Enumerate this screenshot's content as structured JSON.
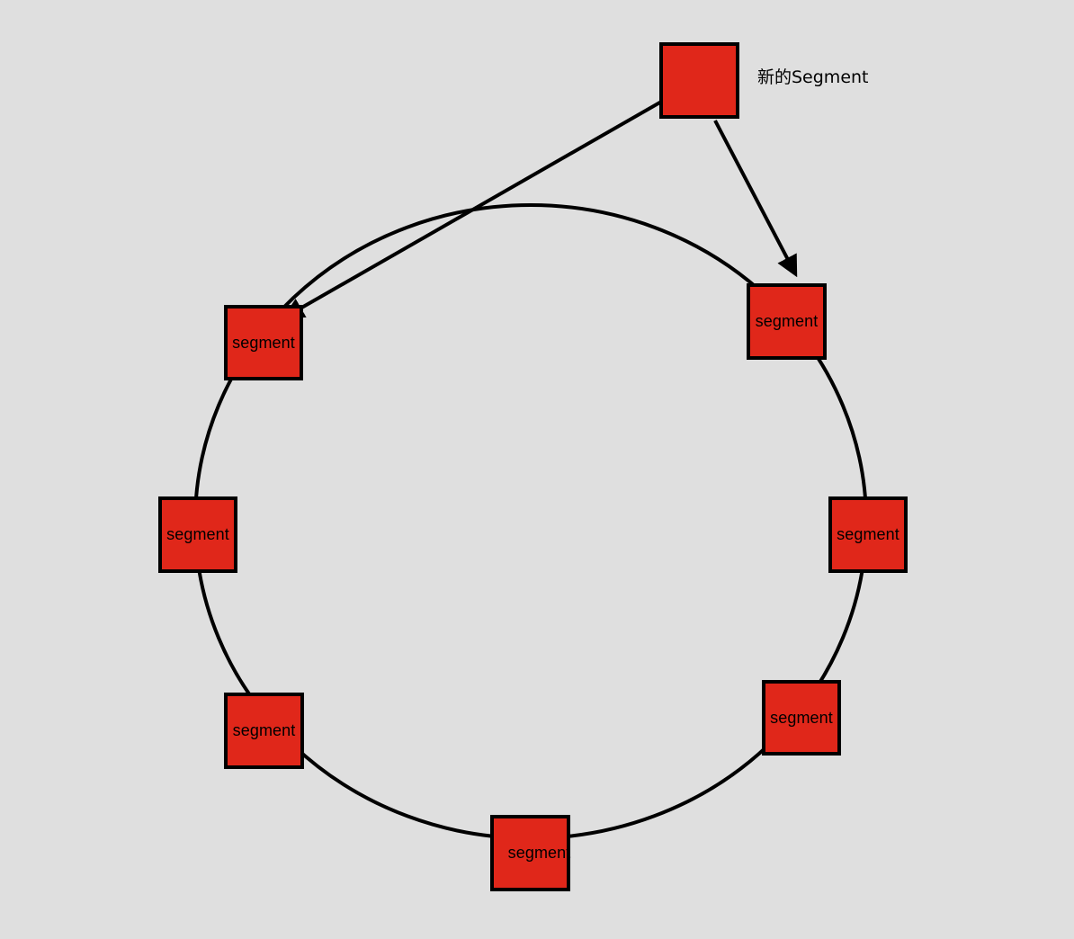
{
  "colors": {
    "background": "#dfdfdf",
    "node_fill": "#e0271a",
    "stroke": "#000000"
  },
  "new_segment": {
    "caption": "新的Segment"
  },
  "ring": {
    "nodes": [
      {
        "id": "upper-left",
        "label": "segment"
      },
      {
        "id": "upper-right",
        "label": "segment"
      },
      {
        "id": "left",
        "label": "segment"
      },
      {
        "id": "right",
        "label": "segment"
      },
      {
        "id": "lower-left",
        "label": "segment"
      },
      {
        "id": "lower-right",
        "label": "segment"
      },
      {
        "id": "bottom",
        "label": "segment"
      }
    ]
  },
  "arrows": [
    {
      "from": "new-segment",
      "to": "upper-left"
    },
    {
      "from": "new-segment",
      "to": "upper-right"
    }
  ]
}
